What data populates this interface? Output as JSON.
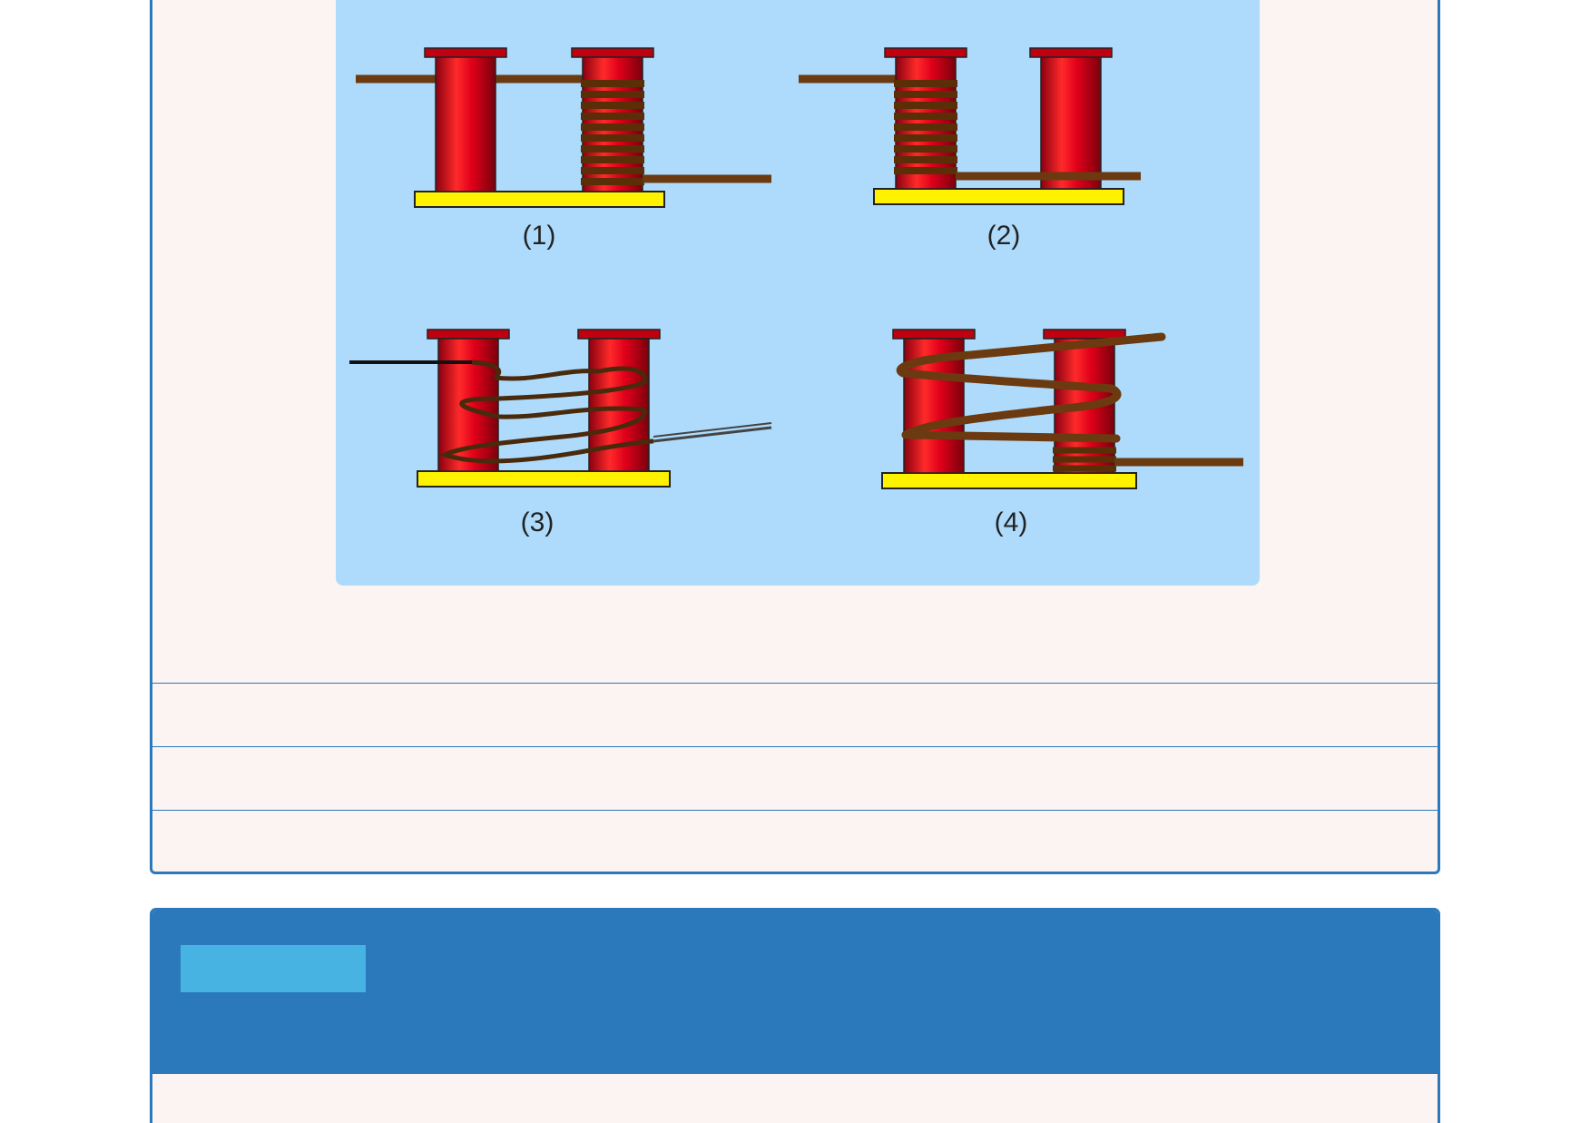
{
  "figure": {
    "labels": [
      "(1)",
      "(2)",
      "(3)",
      "(4)"
    ],
    "colors": {
      "panel_bg": "#aedbfb",
      "spool": "#e0001a",
      "wire": "#6b3a10",
      "base": "#fff200"
    }
  },
  "card_bottom": {
    "header_tag": ""
  }
}
